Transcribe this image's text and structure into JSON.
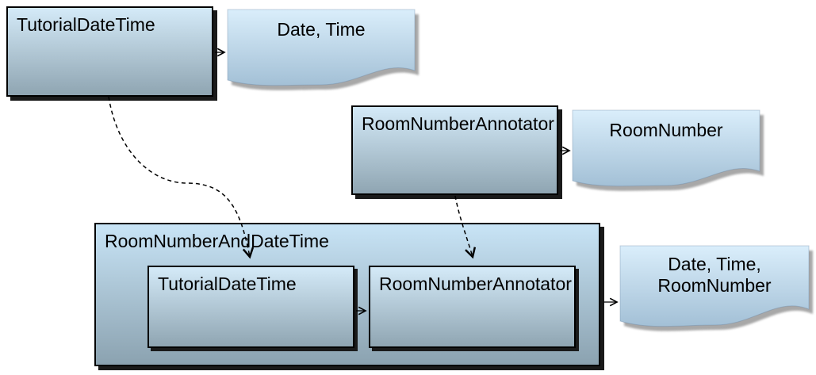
{
  "diagram": {
    "description": "Aggregate analysis engine flow diagram",
    "nodes": {
      "tutorial_datetime": {
        "label": "TutorialDateTime",
        "type": "annotator-box"
      },
      "datetime_doc": {
        "label": "Date, Time",
        "type": "document"
      },
      "room_number_annotator": {
        "label": "RoomNumberAnnotator",
        "type": "annotator-box"
      },
      "room_number_doc": {
        "label": "RoomNumber",
        "type": "document"
      },
      "aggregate": {
        "label": "RoomNumberAndDateTime",
        "type": "aggregate-box"
      },
      "aggregate_tutorial_datetime": {
        "label": "TutorialDateTime",
        "type": "annotator-box"
      },
      "aggregate_room_number_annotator": {
        "label": "RoomNumberAnnotator",
        "type": "annotator-box"
      },
      "output_doc": {
        "label": "Date, Time,\nRoomNumber",
        "type": "document"
      }
    },
    "edges": [
      {
        "from": "tutorial_datetime",
        "to": "datetime_doc",
        "style": "solid"
      },
      {
        "from": "room_number_annotator",
        "to": "room_number_doc",
        "style": "solid"
      },
      {
        "from": "tutorial_datetime",
        "to": "aggregate_tutorial_datetime",
        "style": "dashed"
      },
      {
        "from": "room_number_annotator",
        "to": "aggregate_room_number_annotator",
        "style": "dashed"
      },
      {
        "from": "aggregate_tutorial_datetime",
        "to": "aggregate_room_number_annotator",
        "style": "solid"
      },
      {
        "from": "aggregate",
        "to": "output_doc",
        "style": "solid"
      }
    ],
    "colors": {
      "background": "#ffffff",
      "box_gradient_top": "#d4eaf8",
      "box_gradient_bottom": "#8fa5b2",
      "aggregate_gradient_top": "#c8e4f6",
      "aggregate_gradient_bottom": "#8ba2b0",
      "doc_gradient_top": "#daeefb",
      "doc_gradient_bottom": "#a3c0d6",
      "border": "#000000",
      "shadow": "#1a1a1a",
      "doc_shadow": "#8b8b8b",
      "arrow": "#000000"
    }
  }
}
